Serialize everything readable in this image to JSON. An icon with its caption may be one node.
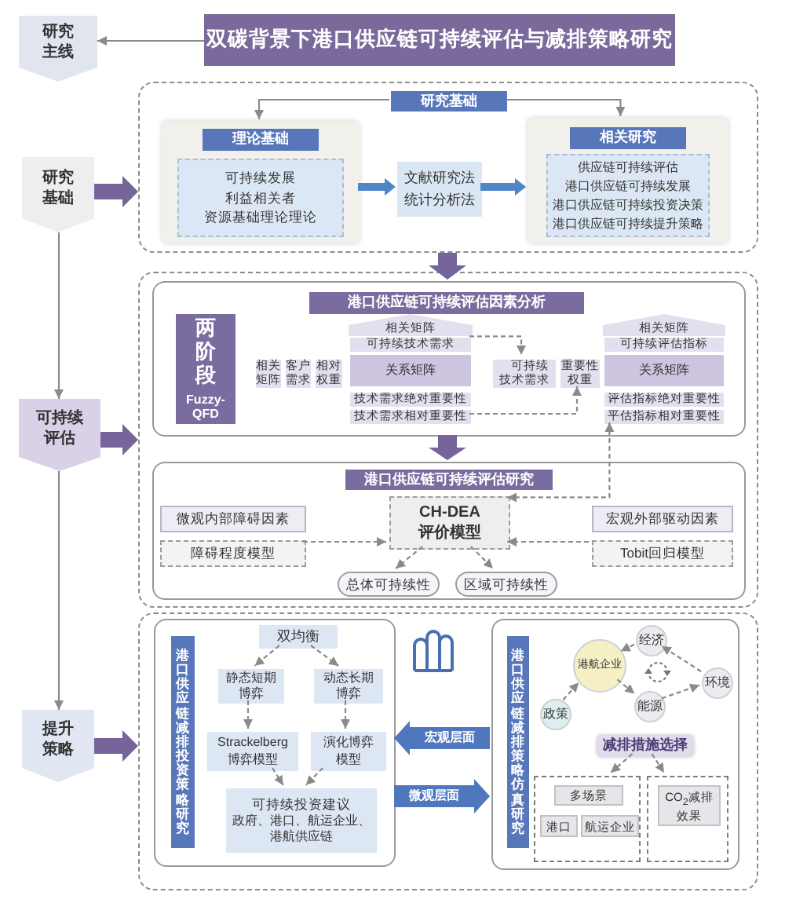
{
  "diagram": {
    "nodes": [
      {
        "text": [
          "双碳背景下港口供应链可持续评估与减排策略研究"
        ]
      },
      {
        "text": [
          "研究主线"
        ]
      },
      {
        "text": [
          "研究基础"
        ]
      },
      {
        "text": [
          "可持续评估"
        ]
      },
      {
        "text": [
          "提升策略"
        ]
      },
      {
        "text": [],
        "shape": "box"
      },
      {
        "text": [
          "研究基础"
        ],
        "in": 5
      },
      {
        "text": [],
        "shape": "box",
        "in": 5
      },
      {
        "text": [
          "理论基础"
        ],
        "in": 7
      },
      {
        "text": [
          "可持续发展",
          "利益相关者",
          "资源基础理论理论"
        ],
        "in": 7
      },
      {
        "text": [
          "文献研究法",
          "统计分析法"
        ],
        "in": 5
      },
      {
        "text": [],
        "shape": "box",
        "in": 5
      },
      {
        "text": [
          "相关研究"
        ],
        "in": 11
      },
      {
        "text": [
          "供应链可持续评估",
          "港口供应链可持续发展",
          "港口供应链可持续投资决策",
          "港口供应链可持续提升策略"
        ],
        "in": 11
      },
      {
        "text": [],
        "shape": "box"
      },
      {
        "text": [],
        "shape": "box",
        "in": 14
      },
      {
        "text": [
          "港口供应链可持续评估因素分析"
        ],
        "in": 15
      },
      {
        "text": [
          "两阶段",
          "Fuzzy-QFD"
        ],
        "in": 15
      },
      {
        "text": [
          "相关矩阵"
        ],
        "in": 15
      },
      {
        "text": [
          "客户需求"
        ],
        "in": 15
      },
      {
        "text": [
          "相对权重"
        ],
        "in": 15
      },
      {
        "text": [
          "相关矩阵"
        ],
        "in": 15
      },
      {
        "text": [
          "可持续技术需求"
        ],
        "in": 15
      },
      {
        "text": [
          "关系矩阵"
        ],
        "in": 15
      },
      {
        "text": [
          "技术需求绝对重要性"
        ],
        "in": 15
      },
      {
        "text": [
          "技术需求相对重要性"
        ],
        "in": 15
      },
      {
        "text": [
          "可持续技术需求"
        ],
        "in": 15
      },
      {
        "text": [
          "重要性权重"
        ],
        "in": 15
      },
      {
        "text": [
          "相关矩阵"
        ],
        "in": 15
      },
      {
        "text": [
          "可持续评估指标"
        ],
        "in": 15
      },
      {
        "text": [
          "关系矩阵"
        ],
        "in": 15
      },
      {
        "text": [
          "评估指标绝对重要性"
        ],
        "in": 15
      },
      {
        "text": [
          "平估指标相对重要性"
        ],
        "in": 15
      },
      {
        "text": [],
        "shape": "box",
        "in": 14
      },
      {
        "text": [
          "港口供应链可持续评估研究"
        ],
        "in": 33
      },
      {
        "text": [
          "微观内部障碍因素"
        ],
        "in": 33
      },
      {
        "text": [
          "障碍程度模型"
        ],
        "in": 33
      },
      {
        "text": [
          "CH-DEA评价模型"
        ],
        "in": 33
      },
      {
        "text": [
          "宏观外部驱动因素"
        ],
        "in": 33
      },
      {
        "text": [
          "Tobit回归模型"
        ],
        "in": 33
      },
      {
        "text": [
          "总体可持续性"
        ],
        "in": 33
      },
      {
        "text": [
          "区域可持续性"
        ],
        "in": 33
      },
      {
        "text": [],
        "shape": "box"
      },
      {
        "text": [],
        "shape": "box",
        "in": 42
      },
      {
        "text": [
          "港口供应链减排投资策略研究"
        ],
        "in": 43
      },
      {
        "text": [
          "双均衡"
        ],
        "in": 43
      },
      {
        "text": [
          "静态短期博弈"
        ],
        "in": 43
      },
      {
        "text": [
          "动态长期博弈"
        ],
        "in": 43
      },
      {
        "text": [
          "Strackelberg博弈模型"
        ],
        "in": 43
      },
      {
        "text": [
          "演化博弈模型"
        ],
        "in": 43
      },
      {
        "text": [
          "可持续投资建议",
          "政府、港口、航运企业、港航供应链"
        ],
        "in": 43
      },
      {
        "text": [],
        "shape": "box",
        "in": 42
      },
      {
        "text": [
          "港口供应链减排策略仿真研究"
        ],
        "in": 51
      },
      {
        "text": [
          "港航企业"
        ],
        "in": 51
      },
      {
        "text": [
          "经济"
        ],
        "in": 51
      },
      {
        "text": [
          "环境"
        ],
        "in": 51
      },
      {
        "text": [
          "能源"
        ],
        "in": 51
      },
      {
        "text": [
          "政策"
        ],
        "in": 51
      },
      {
        "text": [
          "减排措施选择"
        ],
        "in": 51
      },
      {
        "text": [],
        "shape": "box",
        "in": 51
      },
      {
        "text": [
          "多场景"
        ],
        "in": 59
      },
      {
        "text": [
          "港口"
        ],
        "in": 59
      },
      {
        "text": [
          "航运企业"
        ],
        "in": 59
      },
      {
        "text": [],
        "shape": "box",
        "in": 51
      },
      {
        "text": [
          "CO$_{2}$减排效果"
        ],
        "in": 63
      }
    ],
    "edges": [
      {
        "from": 0,
        "to": 1,
        "arrow": "to"
      },
      {
        "from": 2,
        "to": 5,
        "arrow": "to",
        "style": "thick",
        "color": "#75659a"
      },
      {
        "from": 3,
        "to": 14,
        "arrow": "to",
        "style": "thick",
        "color": "#75659a"
      },
      {
        "from": 4,
        "to": 42,
        "arrow": "to",
        "style": "thick",
        "color": "#75659a"
      },
      {
        "from": 2,
        "to": 3,
        "arrow": "to"
      },
      {
        "from": 3,
        "to": 4,
        "arrow": "to"
      },
      {
        "from": 6,
        "to": 7,
        "arrow": "to"
      },
      {
        "from": 6,
        "to": 11,
        "arrow": "to"
      },
      {
        "from": 7,
        "to": 10,
        "arrow": "to",
        "style": "thick",
        "color": "#4f86c6"
      },
      {
        "from": 10,
        "to": 11,
        "arrow": "to",
        "style": "thick",
        "color": "#4f86c6"
      },
      {
        "from": 5,
        "to": 15,
        "arrow": "to",
        "style": "thick",
        "color": "#75659a"
      },
      {
        "from": 15,
        "to": 33,
        "arrow": "to",
        "style": "thick",
        "color": "#75659a"
      },
      {
        "from": 22,
        "to": 26,
        "arrow": "to",
        "style": "dashed"
      },
      {
        "from": 25,
        "to": 27,
        "arrow": "to",
        "style": "dashed"
      },
      {
        "from": 32,
        "to": 37,
        "arrow": "both",
        "style": "dashed"
      },
      {
        "from": 36,
        "to": 37,
        "arrow": "to",
        "style": "dashed"
      },
      {
        "from": 39,
        "to": 37,
        "arrow": "to",
        "style": "dashed"
      },
      {
        "from": 37,
        "to": 40,
        "arrow": "to",
        "style": "dashed"
      },
      {
        "from": 37,
        "to": 41,
        "arrow": "to",
        "style": "dashed"
      },
      {
        "from": 45,
        "to": 46,
        "arrow": "to",
        "style": "dashed"
      },
      {
        "from": 45,
        "to": 47,
        "arrow": "to",
        "style": "dashed"
      },
      {
        "from": 46,
        "to": 48,
        "arrow": "to",
        "style": "dashed"
      },
      {
        "from": 47,
        "to": 49,
        "arrow": "to",
        "style": "dashed"
      },
      {
        "from": 48,
        "to": 50,
        "arrow": "to",
        "style": "dashed"
      },
      {
        "from": 49,
        "to": 50,
        "arrow": "to",
        "style": "dashed"
      },
      {
        "from": 51,
        "to": 43,
        "arrow": "to",
        "label": "宏观层面",
        "style": "thick",
        "color": "#4f77bd"
      },
      {
        "from": 43,
        "to": 51,
        "arrow": "to",
        "label": "微观层面",
        "style": "thick",
        "color": "#4f77bd"
      },
      {
        "from": 57,
        "to": 53,
        "arrow": "to",
        "style": "dashed"
      },
      {
        "from": 53,
        "to": 56,
        "arrow": "to",
        "style": "dashed"
      },
      {
        "from": 56,
        "to": 55,
        "arrow": "to",
        "style": "dashed"
      },
      {
        "from": 55,
        "to": 54,
        "arrow": "to",
        "style": "dashed"
      },
      {
        "from": 54,
        "to": 53,
        "arrow": "to",
        "style": "dashed"
      },
      {
        "from": 58,
        "to": 59,
        "arrow": "to",
        "style": "dashed"
      },
      {
        "from": 58,
        "to": 63,
        "arrow": "to",
        "style": "dashed"
      }
    ]
  }
}
